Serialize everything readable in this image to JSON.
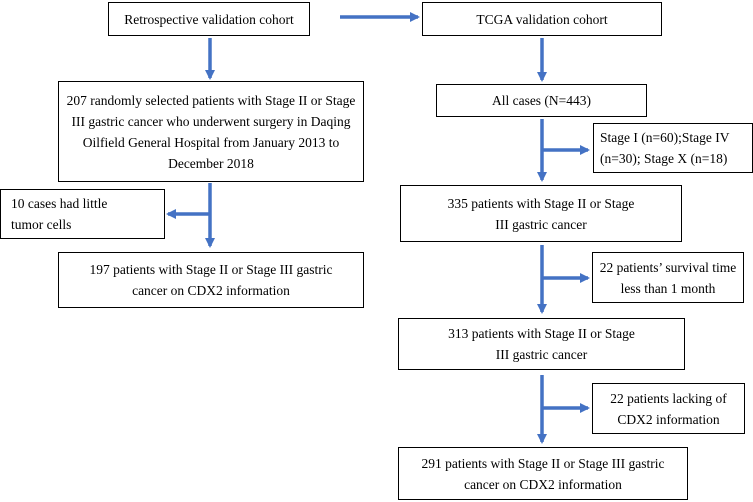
{
  "left_column": {
    "cohort_title": "Retrospective validation cohort",
    "selected_patients": "207 randomly selected patients with Stage II or Stage III gastric cancer who underwent surgery in Daqing Oilfield General Hospital from January 2013 to December 2018",
    "excluded": "10 cases had little tumor cells",
    "final": "197 patients with Stage II or Stage III gastric cancer on CDX2 information"
  },
  "right_column": {
    "cohort_title": "TCGA validation cohort",
    "all_cases": "All cases (N=443)",
    "excluded_stage": "Stage I (n=60);Stage IV (n=30); Stage X (n=18)",
    "step_335": "335 patients with Stage II or Stage III gastric cancer",
    "excluded_survival": "22 patients’ survival time less than 1 month",
    "step_313": "313 patients with Stage II or Stage III gastric cancer",
    "excluded_cdx2": "22 patients lacking of CDX2 information",
    "final": "291 patients with Stage II or Stage III gastric cancer on CDX2 information"
  },
  "colors": {
    "arrow": "#4472C4",
    "border": "#000000"
  }
}
